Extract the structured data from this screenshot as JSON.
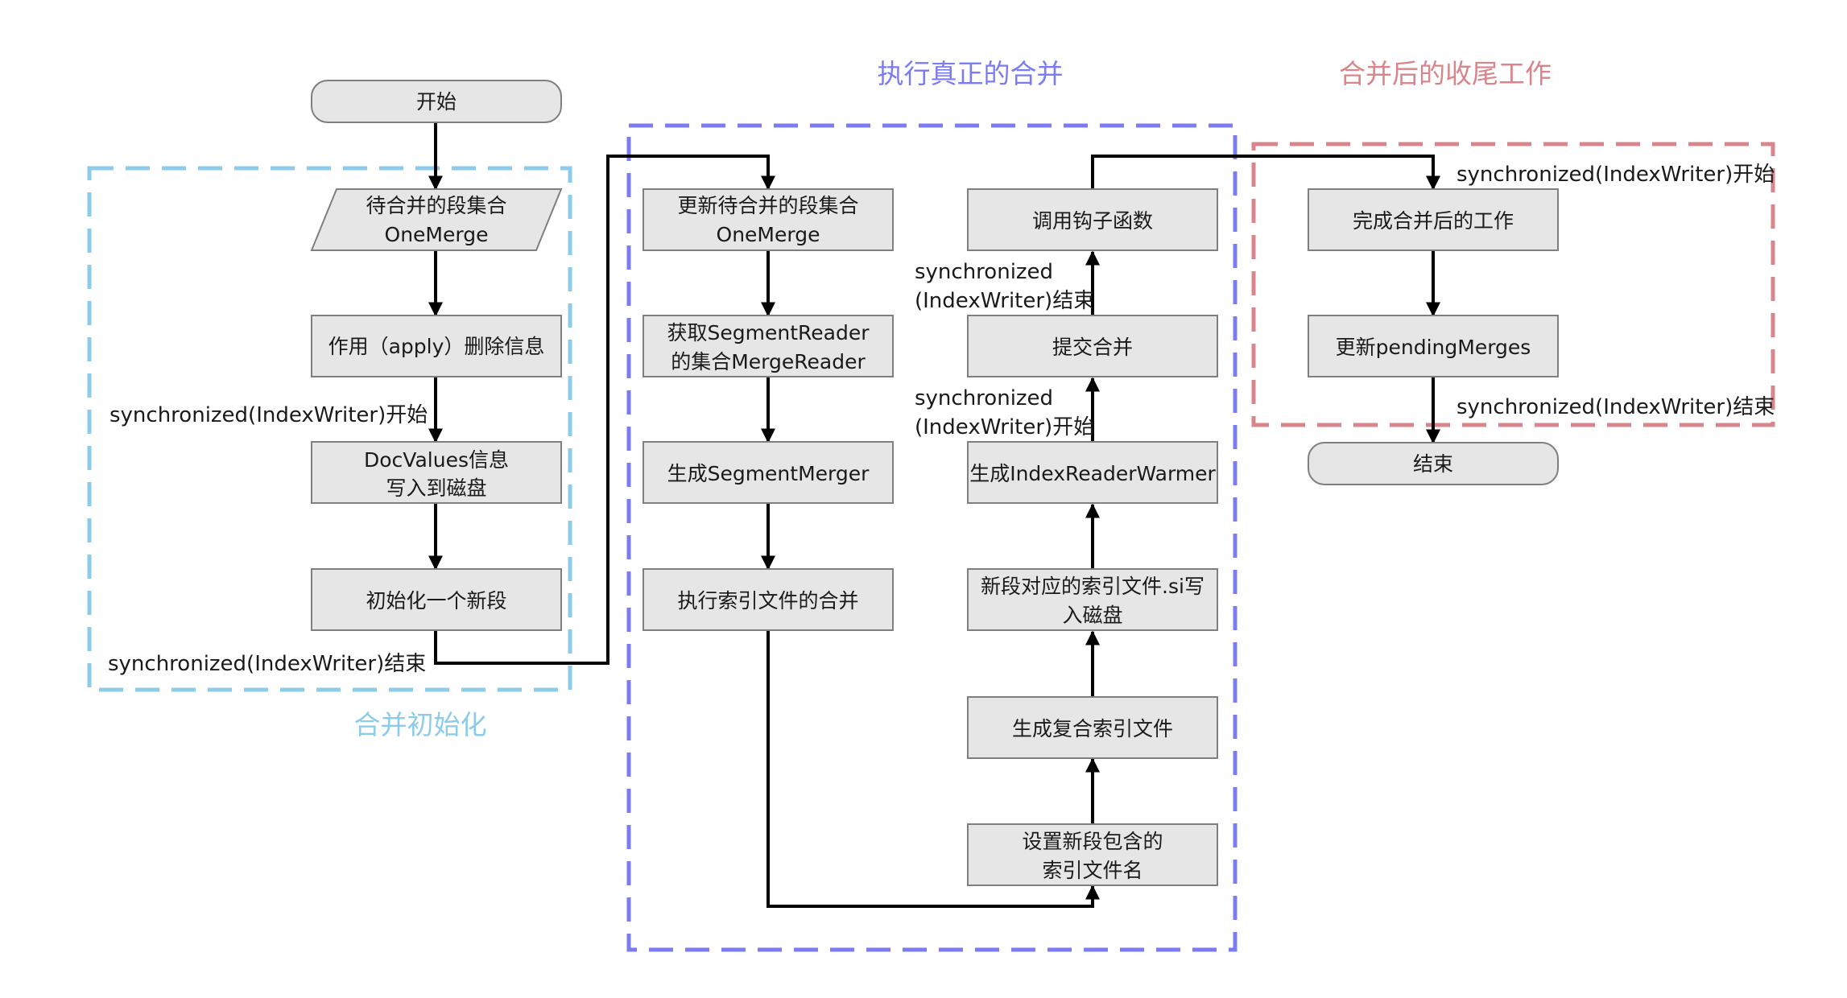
{
  "colors": {
    "node_fill": "#e6e6e6",
    "node_stroke": "#7f7f7f",
    "arrow": "#000000",
    "init_group": "#8dcbea",
    "merge_group": "#7b7bf2",
    "finish_group": "#d9858c"
  },
  "groups": {
    "init": {
      "title": "合并初始化"
    },
    "merge": {
      "title": "执行真正的合并"
    },
    "finish": {
      "title": "合并后的收尾工作"
    }
  },
  "nodes": {
    "start": {
      "lines": [
        "开始"
      ]
    },
    "pending": {
      "lines": [
        "待合并的段集合",
        "OneMerge"
      ]
    },
    "apply": {
      "lines": [
        "作用（apply）删除信息"
      ]
    },
    "docvalues": {
      "lines": [
        "DocValues信息",
        "写入到磁盘"
      ]
    },
    "init_segment": {
      "lines": [
        "初始化一个新段"
      ]
    },
    "update_pending": {
      "lines": [
        "更新待合并的段集合",
        "OneMerge"
      ]
    },
    "get_readers": {
      "lines": [
        "获取SegmentReader",
        "的集合MergeReader"
      ]
    },
    "gen_merger": {
      "lines": [
        "生成SegmentMerger"
      ]
    },
    "exec_merge": {
      "lines": [
        "执行索引文件的合并"
      ]
    },
    "set_files": {
      "lines": [
        "设置新段包含的",
        "索引文件名"
      ]
    },
    "compound": {
      "lines": [
        "生成复合索引文件"
      ]
    },
    "write_si": {
      "lines": [
        "新段对应的索引文件.si写",
        "入磁盘"
      ]
    },
    "warmer": {
      "lines": [
        "生成IndexReaderWarmer"
      ]
    },
    "commit": {
      "lines": [
        "提交合并"
      ]
    },
    "hook": {
      "lines": [
        "调用钩子函数"
      ]
    },
    "finish_work": {
      "lines": [
        "完成合并后的工作"
      ]
    },
    "update_merges": {
      "lines": [
        "更新pendingMerges"
      ]
    },
    "end": {
      "lines": [
        "结束"
      ]
    }
  },
  "notes": {
    "sync_start_1": {
      "lines": [
        "synchronized(IndexWriter)开始"
      ]
    },
    "sync_end_1": {
      "lines": [
        "synchronized(IndexWriter)结束"
      ]
    },
    "sync_start_2": {
      "lines": [
        "synchronized",
        "(IndexWriter)开始"
      ]
    },
    "sync_end_2": {
      "lines": [
        "synchronized",
        "(IndexWriter)结束"
      ]
    },
    "sync_start_3": {
      "lines": [
        "synchronized(IndexWriter)开始"
      ]
    },
    "sync_end_3": {
      "lines": [
        "synchronized(IndexWriter)结束"
      ]
    }
  }
}
